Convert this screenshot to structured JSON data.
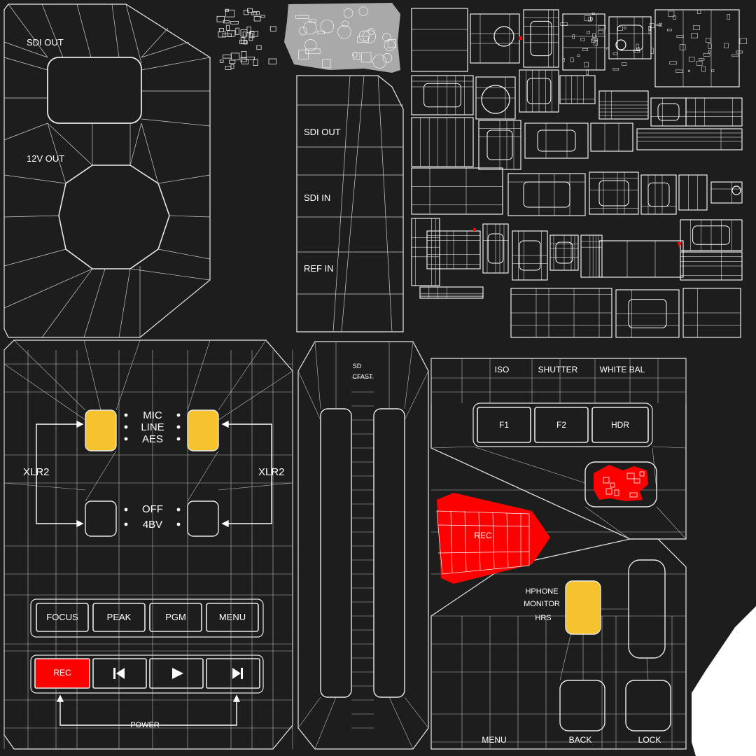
{
  "colors": {
    "background": "#1d1d1d",
    "wire": "#f0f0f0",
    "accent_yellow": "#f6c22d",
    "accent_red": "#ff0000",
    "patch_gray": "#a9a9a9",
    "corner_white": "#ffffff"
  },
  "panel_top_left": {
    "sdi_out": "SDI OUT",
    "v12_out": "12V OUT"
  },
  "panel_top_mid": {
    "sdi_out": "SDI OUT",
    "sdi_in": "SDI IN",
    "ref_in": "REF IN"
  },
  "panel_audio": {
    "mic": "MIC",
    "line": "LINE",
    "aes": "AES",
    "off": "OFF",
    "v48": "4BV",
    "xlr_left": "XLR2",
    "xlr_right": "XLR2",
    "buttons_row1": [
      "FOCUS",
      "PEAK",
      "PGM",
      "MENU"
    ],
    "rec_button": "REC",
    "prev_icon": "skip-previous-icon",
    "play_icon": "play-icon",
    "next_icon": "skip-next-icon",
    "power": "POWER"
  },
  "panel_slot": {
    "sd": "SD",
    "cfast": "CFAST"
  },
  "panel_controls": {
    "iso": "ISO",
    "shutter": "SHUTTER",
    "white_bal": "WHITE BAL",
    "f1": "F1",
    "f2": "F2",
    "hdr": "HDR",
    "rec": "REC",
    "hphone": "HPHONE",
    "monitor": "MONITOR",
    "hrs": "HRS",
    "menu": "MENU",
    "back": "BACK",
    "lock": "LOCK"
  }
}
